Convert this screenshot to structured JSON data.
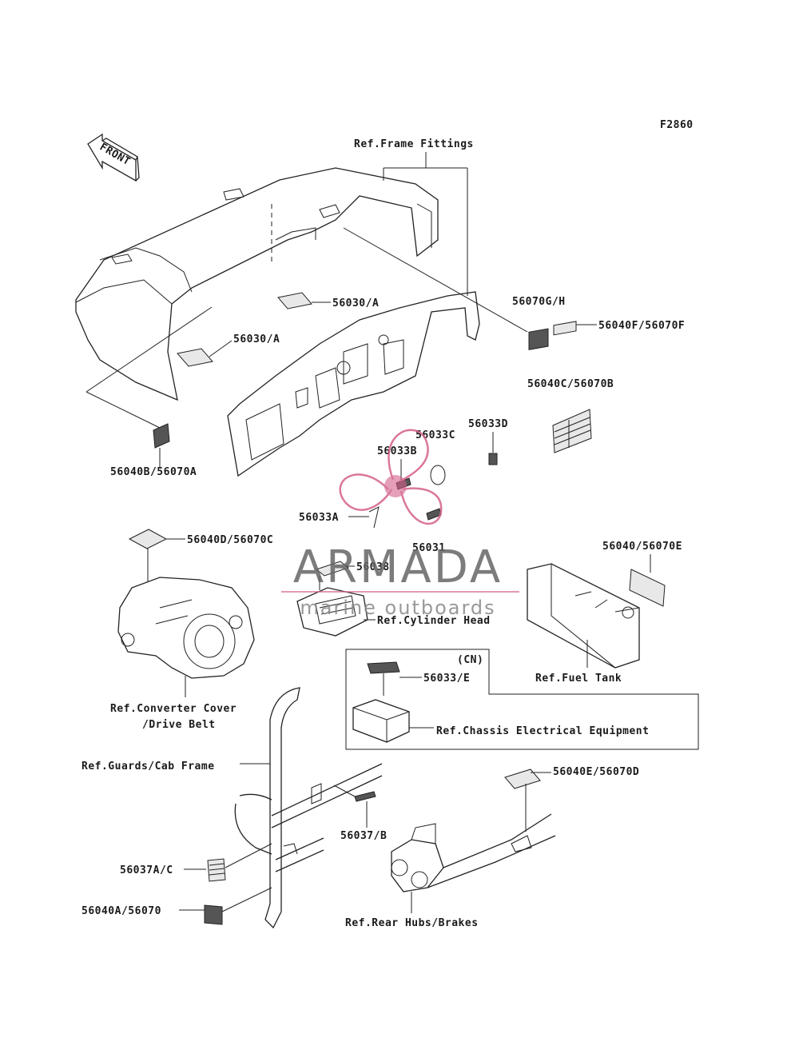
{
  "figure_code": "F2860",
  "front_arrow": "FRONT",
  "labels": {
    "frame_fittings": "Ref.Frame Fittings",
    "p56030a_top": "56030/A",
    "p56030a_mid": "56030/A",
    "p56070gh": "56070G/H",
    "p56040f": "56040F/56070F",
    "p56040c": "56040C/56070B",
    "p56040b": "56040B/56070A",
    "p56033d": "56033D",
    "p56033c": "56033C",
    "p56033b": "56033B",
    "p56033a": "56033A",
    "p56031": "56031",
    "p56040d": "56040D/56070C",
    "p56038": "56038",
    "cylinder_head": "Ref.Cylinder Head",
    "p56040e_tank": "56040/56070E",
    "fuel_tank": "Ref.Fuel Tank",
    "cn": "(CN)",
    "p56033e": "56033/E",
    "chassis_elec": "Ref.Chassis Electrical Equipment",
    "converter_cover_1": "Ref.Converter Cover",
    "converter_cover_2": "/Drive Belt",
    "guards": "Ref.Guards/Cab Frame",
    "p56040e_d": "56040E/56070D",
    "p56037b": "56037/B",
    "p56037ac": "56037A/C",
    "p56040a": "56040A/56070",
    "rear_hubs": "Ref.Rear Hubs/Brakes"
  },
  "watermark": {
    "brand": "ARMADA",
    "tagline": "marine outboards",
    "color_primary": "#d4608a",
    "color_text": "#666666"
  },
  "colors": {
    "line": "#222222",
    "background": "#ffffff"
  }
}
